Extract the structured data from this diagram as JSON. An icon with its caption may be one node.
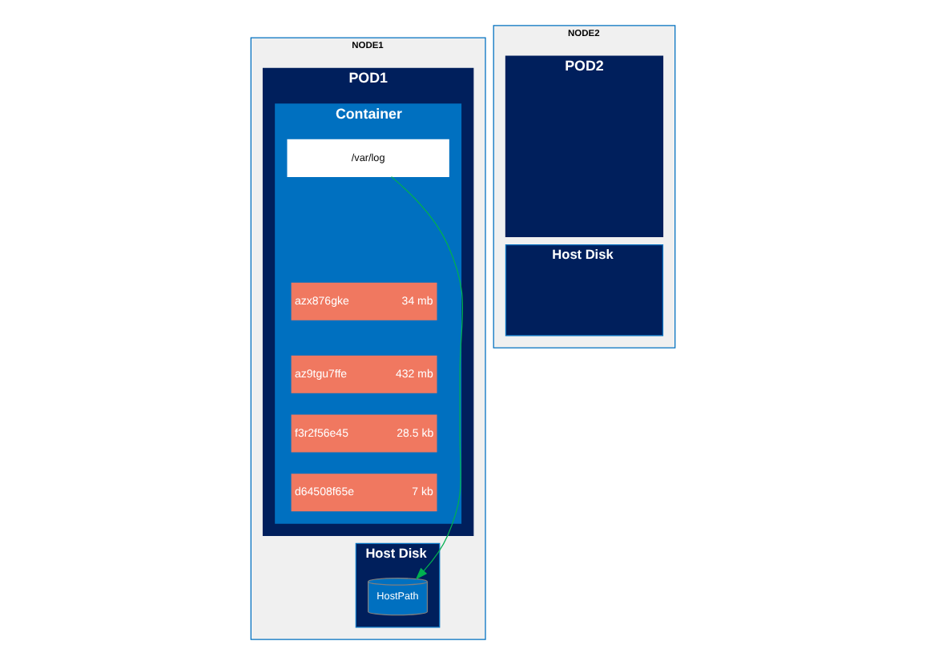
{
  "diagram": {
    "nodes": [
      {
        "text": [
          "NODE1"
        ]
      },
      {
        "text": [
          "POD1"
        ],
        "in": 0
      },
      {
        "text": [
          "Container"
        ],
        "in": 1
      },
      {
        "text": [
          "/var/log"
        ],
        "in": 2
      },
      {
        "text": [
          "azx876gke",
          "34 mb"
        ],
        "in": 2
      },
      {
        "text": [
          "az9tgu7ffe",
          "432 mb"
        ],
        "in": 2
      },
      {
        "text": [
          "f3r2f56e45",
          "28.5 kb"
        ],
        "in": 2
      },
      {
        "text": [
          "d64508f65e",
          "7 kb"
        ],
        "in": 2
      },
      {
        "text": [
          "Host Disk"
        ],
        "in": 0
      },
      {
        "text": [
          "HostPath"
        ],
        "in": 8
      },
      {
        "text": [
          "NODE2"
        ]
      },
      {
        "text": [
          "POD2"
        ],
        "in": 10
      },
      {
        "text": [
          "Host Disk"
        ],
        "in": 10
      }
    ],
    "edges": [
      {
        "from": 3,
        "to": 9,
        "arrow": "to",
        "color": "#00b050"
      }
    ]
  }
}
